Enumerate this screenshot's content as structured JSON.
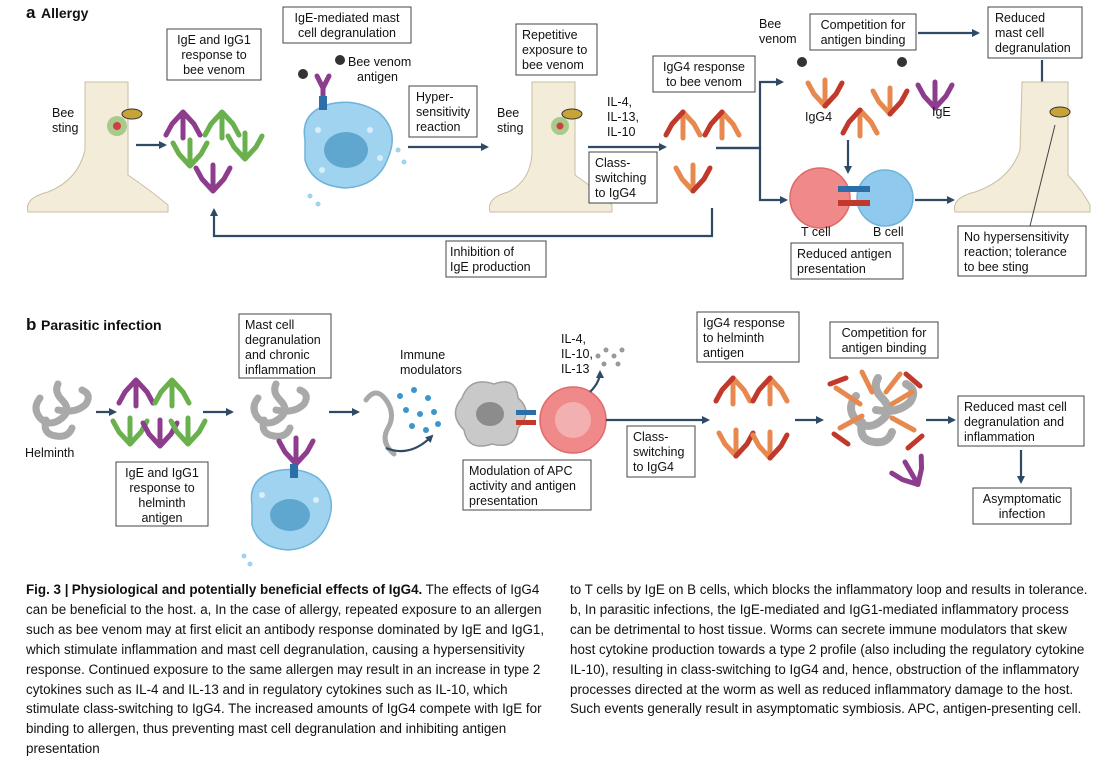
{
  "panel_a": {
    "letter": "a",
    "title": "Allergy",
    "bee_sting": [
      "Bee",
      "sting"
    ],
    "ige_igg1_response": [
      "IgE and IgG1",
      "response to",
      "bee venom"
    ],
    "mast_cell_degranulation": [
      "IgE-mediated mast",
      "cell degranulation"
    ],
    "bee_venom_antigen": [
      "Bee venom",
      "antigen"
    ],
    "hypersensitivity": [
      "Hyper-",
      "sensitivity",
      "reaction"
    ],
    "repetitive_exposure": [
      "Repetitive",
      "exposure to",
      "bee venom"
    ],
    "bee_sting_2": [
      "Bee",
      "sting"
    ],
    "cytokines": [
      "IL-4,",
      "IL-13,",
      "IL-10"
    ],
    "class_switching": [
      "Class-",
      "switching",
      "to IgG4"
    ],
    "igg4_response": [
      "IgG4 response",
      "to bee venom"
    ],
    "bee_venom_label": [
      "Bee",
      "venom"
    ],
    "competition": [
      "Competition for",
      "antigen binding"
    ],
    "igg4_label": "IgG4",
    "ige_label": "IgE",
    "t_cell": "T cell",
    "b_cell": "B cell",
    "reduced_antigen": [
      "Reduced antigen",
      "presentation"
    ],
    "reduced_mast": [
      "Reduced",
      "mast cell",
      "degranulation"
    ],
    "no_hypersensitivity": [
      "No hypersensitivity",
      "reaction; tolerance",
      "to bee sting"
    ],
    "inhibition": [
      "Inhibition of",
      "IgE production"
    ]
  },
  "panel_b": {
    "letter": "b",
    "title": "Parasitic infection",
    "helminth": "Helminth",
    "ige_igg1_response": [
      "IgE and IgG1",
      "response to",
      "helminth",
      "antigen"
    ],
    "mast_cell_inflammation": [
      "Mast cell",
      "degranulation",
      "and chronic",
      "inflammation"
    ],
    "immune_modulators": [
      "Immune",
      "modulators"
    ],
    "cytokines": [
      "IL-4,",
      "IL-10,",
      "IL-13"
    ],
    "modulation_apc": [
      "Modulation of APC",
      "activity and antigen",
      "presentation"
    ],
    "class_switching": [
      "Class-",
      "switching",
      "to IgG4"
    ],
    "igg4_response": [
      "IgG4 response",
      "to helminth",
      "antigen"
    ],
    "competition": [
      "Competition for",
      "antigen binding"
    ],
    "reduced_mast": [
      "Reduced mast cell",
      "degranulation and",
      "inflammation"
    ],
    "asymptomatic": [
      "Asymptomatic",
      "infection"
    ]
  },
  "caption": {
    "figno": "Fig. 3 |",
    "figtitle": "Physiological and potentially beneficial effects of IgG4.",
    "left_text": "The effects of IgG4 can be beneficial to the host. a, In the case of allergy, repeated exposure to an allergen such as bee venom may at first elicit an antibody response dominated by IgE and IgG1, which stimulate inflammation and mast cell degranulation, causing a hypersensitivity response. Continued exposure to the same allergen may result in an increase in type 2 cytokines such as IL-4 and IL-13 and in regulatory cytokines such as IL-10, which stimulate class-switching to IgG4. The increased amounts of IgG4 compete with IgE for binding to allergen, thus preventing mast cell degranulation and inhibiting antigen presentation",
    "right_text": "to T cells by IgE on B cells, which blocks the inflammatory loop and results in tolerance. b, In parasitic infections, the IgE-mediated and IgG1-mediated inflammatory process can be detrimental to host tissue. Worms can secrete immune modulators that skew host cytokine production towards a type 2 profile (also including the regulatory cytokine IL-10), resulting in class-switching to IgG4 and, hence, obstruction of the inflammatory processes directed at the worm as well as reduced inflammatory damage to the host. Such events generally result in asymptomatic symbiosis. APC, antigen-presenting cell."
  },
  "colors": {
    "ige": "#8e3c8e",
    "igg1": "#6ab04c",
    "igg4_light": "#e7894f",
    "igg4_dark": "#c0392b",
    "arrow": "#2f4a66",
    "mast_cell": "#9fd3ef",
    "t_cell": "#f08a8a",
    "b_cell": "#8fc9ee",
    "skin": "#f3ecd9",
    "helminth": "#a9a9a9"
  }
}
